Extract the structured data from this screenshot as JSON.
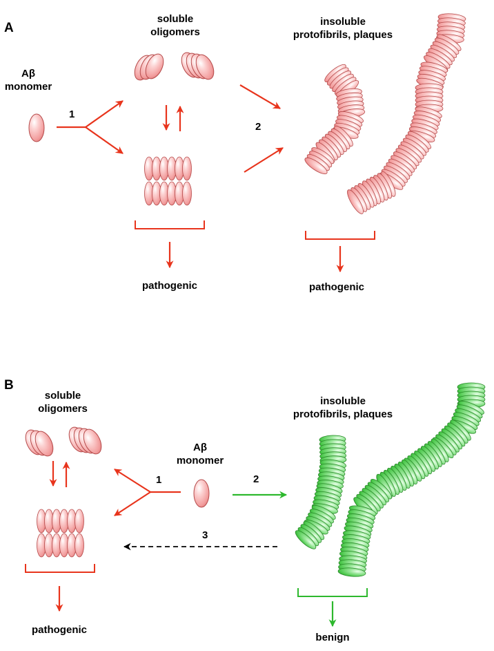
{
  "panel_a": {
    "letter": "A",
    "monomer": [
      "Aβ",
      "monomer"
    ],
    "oligomers": [
      "soluble",
      "oligomers"
    ],
    "fibrils": [
      "insoluble",
      "protofibrils, plaques"
    ],
    "step1": "1",
    "step2": "2",
    "outcome_left": "pathogenic",
    "outcome_right": "pathogenic"
  },
  "panel_b": {
    "letter": "B",
    "oligomers": [
      "soluble",
      "oligomers"
    ],
    "monomer": [
      "Aβ",
      "monomer"
    ],
    "fibrils": [
      "insoluble",
      "protofibrils, plaques"
    ],
    "step1": "1",
    "step2": "2",
    "step3": "3",
    "outcome_left": "pathogenic",
    "outcome_right": "benign"
  },
  "colors": {
    "pathogenic_pathway": "#e8341c",
    "benign_pathway": "#2db82d",
    "reverse_pathway": "#000000",
    "pathogenic_species_fill": "#f5a7a7",
    "benign_species_fill": "#6ed66e"
  }
}
